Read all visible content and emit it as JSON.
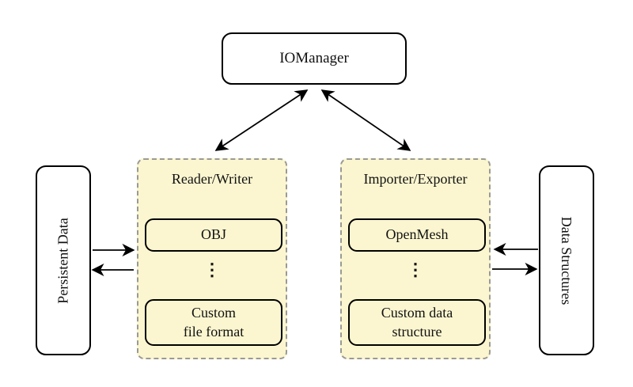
{
  "colors": {
    "page_bg": "#ffffff",
    "box_fill": "#ffffff",
    "box_border": "#000000",
    "group_fill": "#fbf6d0",
    "group_border": "#9a9a93",
    "arrow": "#000000"
  },
  "io_manager": {
    "label": "IOManager"
  },
  "persistent_data": {
    "label": "Persistent Data"
  },
  "data_structures": {
    "label": "Data Structures"
  },
  "reader_writer": {
    "title": "Reader/Writer",
    "box1": "OBJ",
    "ellipsis": "⋮",
    "box2_line1": "Custom",
    "box2_line2": "file format"
  },
  "importer_exporter": {
    "title": "Importer/Exporter",
    "box1": "OpenMesh",
    "ellipsis": "⋮",
    "box2_line1": "Custom data",
    "box2_line2": "structure"
  },
  "connections": [
    {
      "from": "IOManager",
      "to": "Reader/Writer",
      "bidirectional": true
    },
    {
      "from": "IOManager",
      "to": "Importer/Exporter",
      "bidirectional": true
    },
    {
      "from": "Persistent Data",
      "to": "Reader/Writer",
      "bidirectional": false
    },
    {
      "from": "Reader/Writer",
      "to": "Persistent Data",
      "bidirectional": false
    },
    {
      "from": "Importer/Exporter",
      "to": "Data Structures",
      "bidirectional": false
    },
    {
      "from": "Data Structures",
      "to": "Importer/Exporter",
      "bidirectional": false
    }
  ]
}
